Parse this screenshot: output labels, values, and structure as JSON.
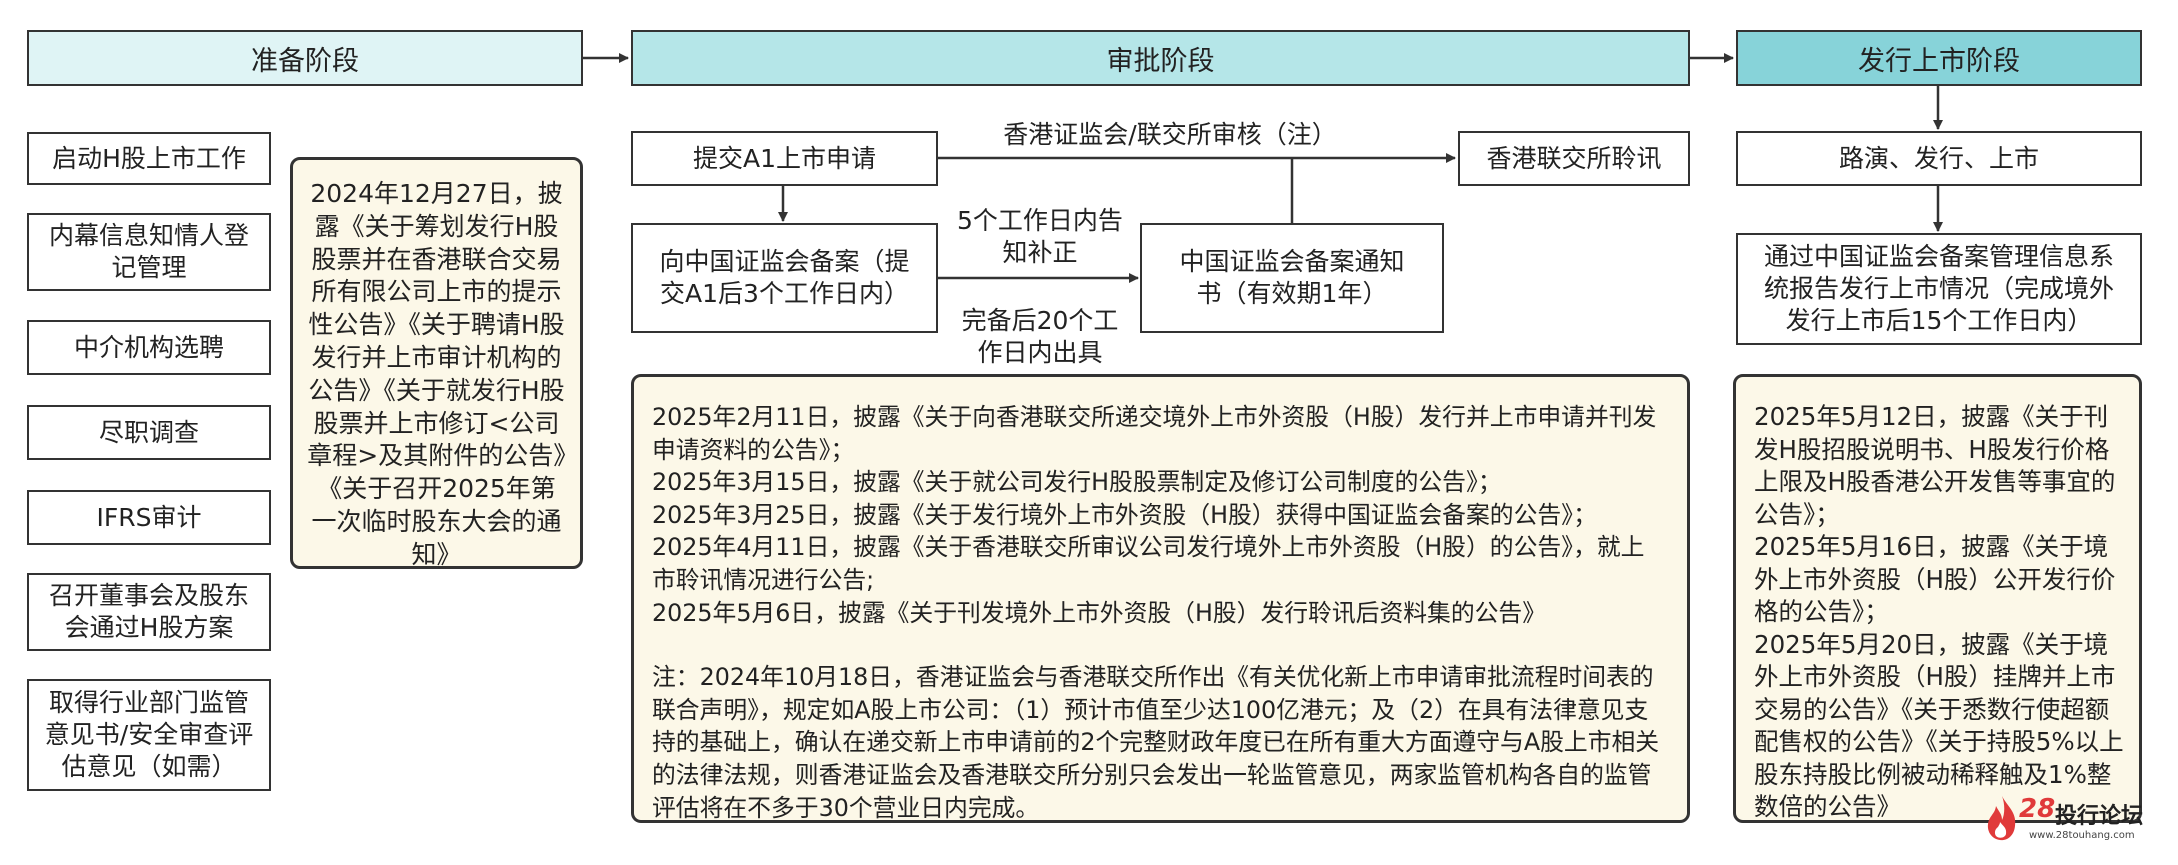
{
  "stages": {
    "prep": "准备阶段",
    "approval": "审批阶段",
    "issue": "发行上市阶段"
  },
  "prep_steps": [
    "启动H股上市工作",
    "内幕信息知情人登记管理",
    "中介机构选聘",
    "尽职调查",
    "IFRS审计",
    "召开董事会及股东会通过H股方案",
    "取得行业部门监管意见书/安全审查评估意见（如需）"
  ],
  "prep_note": "2024年12月27日，披露《关于筹划发行H股股票并在香港联合交易所有限公司上市的提示性公告》《关于聘请H股发行并上市审计机构的公告》《关于就发行H股股票并上市修订<公司章程>及其附件的公告》《关于召开2025年第一次临时股东大会的通知》",
  "approval": {
    "submit_a1": "提交A1上市申请",
    "csrc_filing": "向中国证监会备案（提交A1后3个工作日内）",
    "csrc_notice": "中国证监会备案通知书（有效期1年）",
    "hkex_hearing": "香港联交所聆讯",
    "review_label": "香港证监会/联交所审核（注）",
    "supplement_label": "5个工作日内告知补正",
    "issue_label": "完备后20个工作日内出具"
  },
  "approval_note": {
    "lines": [
      "2025年2月11日，披露《关于向香港联交所递交境外上市外资股（H股）发行并上市申请并刊发申请资料的公告》；",
      "2025年3月15日，披露《关于就公司发行H股股票制定及修订公司制度的公告》；",
      "2025年3月25日，披露《关于发行境外上市外资股（H股）获得中国证监会备案的公告》；",
      "2025年4月11日，披露《关于香港联交所审议公司发行境外上市外资股（H股）的公告》，就上市聆讯情况进行公告;",
      "2025年5月6日，披露《关于刊发境外上市外资股（H股）发行聆讯后资料集的公告》"
    ],
    "footnote": "注：2024年10月18日，香港证监会与香港联交所作出《有关优化新上市申请审批流程时间表的联合声明》，规定如A股上市公司：（1）预计市值至少达100亿港元；及（2）在具有法律意见支持的基础上，确认在递交新上市申请前的2个完整财政年度已在所有重大方面遵守与A股上市相关的法律法规，则香港证监会及香港联交所分别只会发出一轮监管意见，两家监管机构各自的监管评估将在不多于30个营业日内完成。"
  },
  "issue": {
    "roadshow": "路演、发行、上市",
    "report": "通过中国证监会备案管理信息系统报告发行上市情况（完成境外发行上市后15个工作日内）"
  },
  "issue_note": {
    "lines": [
      "2025年5月12日，披露《关于刊发H股招股说明书、H股发行价格上限及H股香港公开发售等事宜的公告》；",
      "2025年5月16日，披露《关于境外上市外资股（H股）公开发行价格的公告》；",
      "2025年5月20日，披露《关于境外上市外资股（H股）挂牌并上市交易的公告》《关于悉数行使超额配售权的公告》《关于持股5%以上股东持股比例被动稀释触及1%整数倍的公告》"
    ]
  },
  "watermark": {
    "number": "28",
    "name": "投行论坛",
    "url": "www.28touhang.com"
  },
  "colors": {
    "prep_stage": "#dff4f5",
    "approval_stage": "#b5e6e8",
    "issue_stage": "#87d3d9",
    "note_fill": "#fcf8e8",
    "logo": "#e03a3a"
  }
}
